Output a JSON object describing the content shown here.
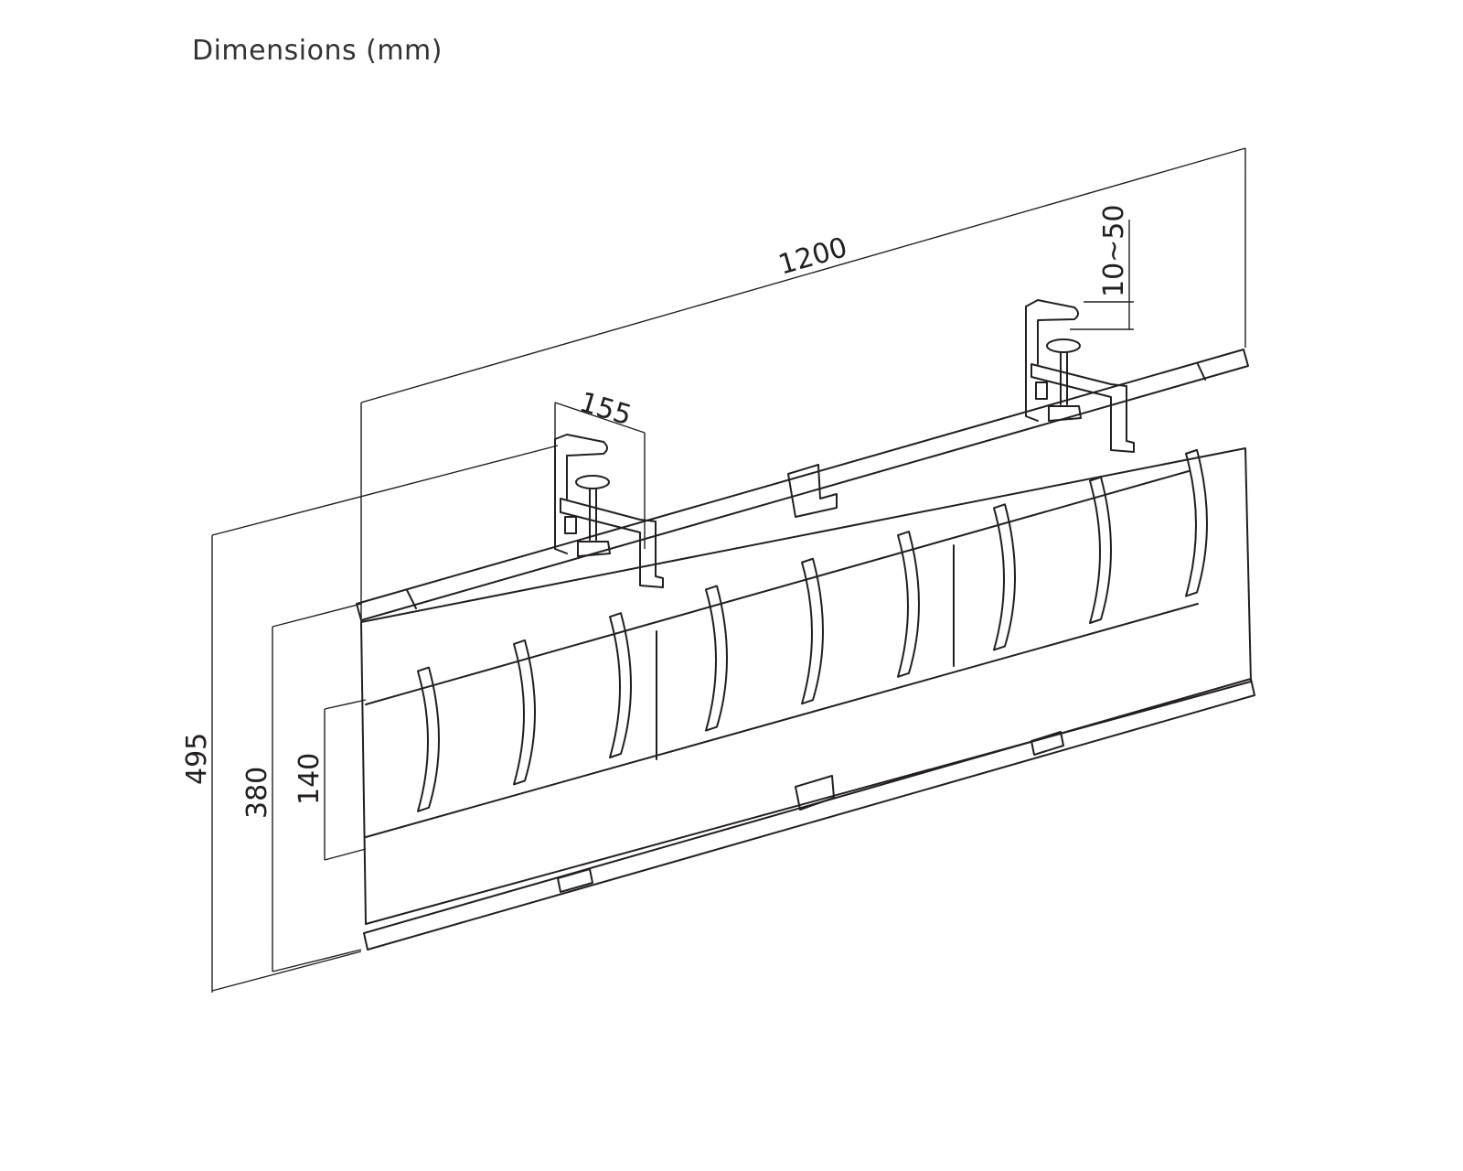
{
  "title": "Dimensions (mm)",
  "dimensions": {
    "length": "1200",
    "clamp_depth": "155",
    "clamp_range": "10~50",
    "overall_height": "495",
    "panel_height": "380",
    "trough_height": "140"
  }
}
